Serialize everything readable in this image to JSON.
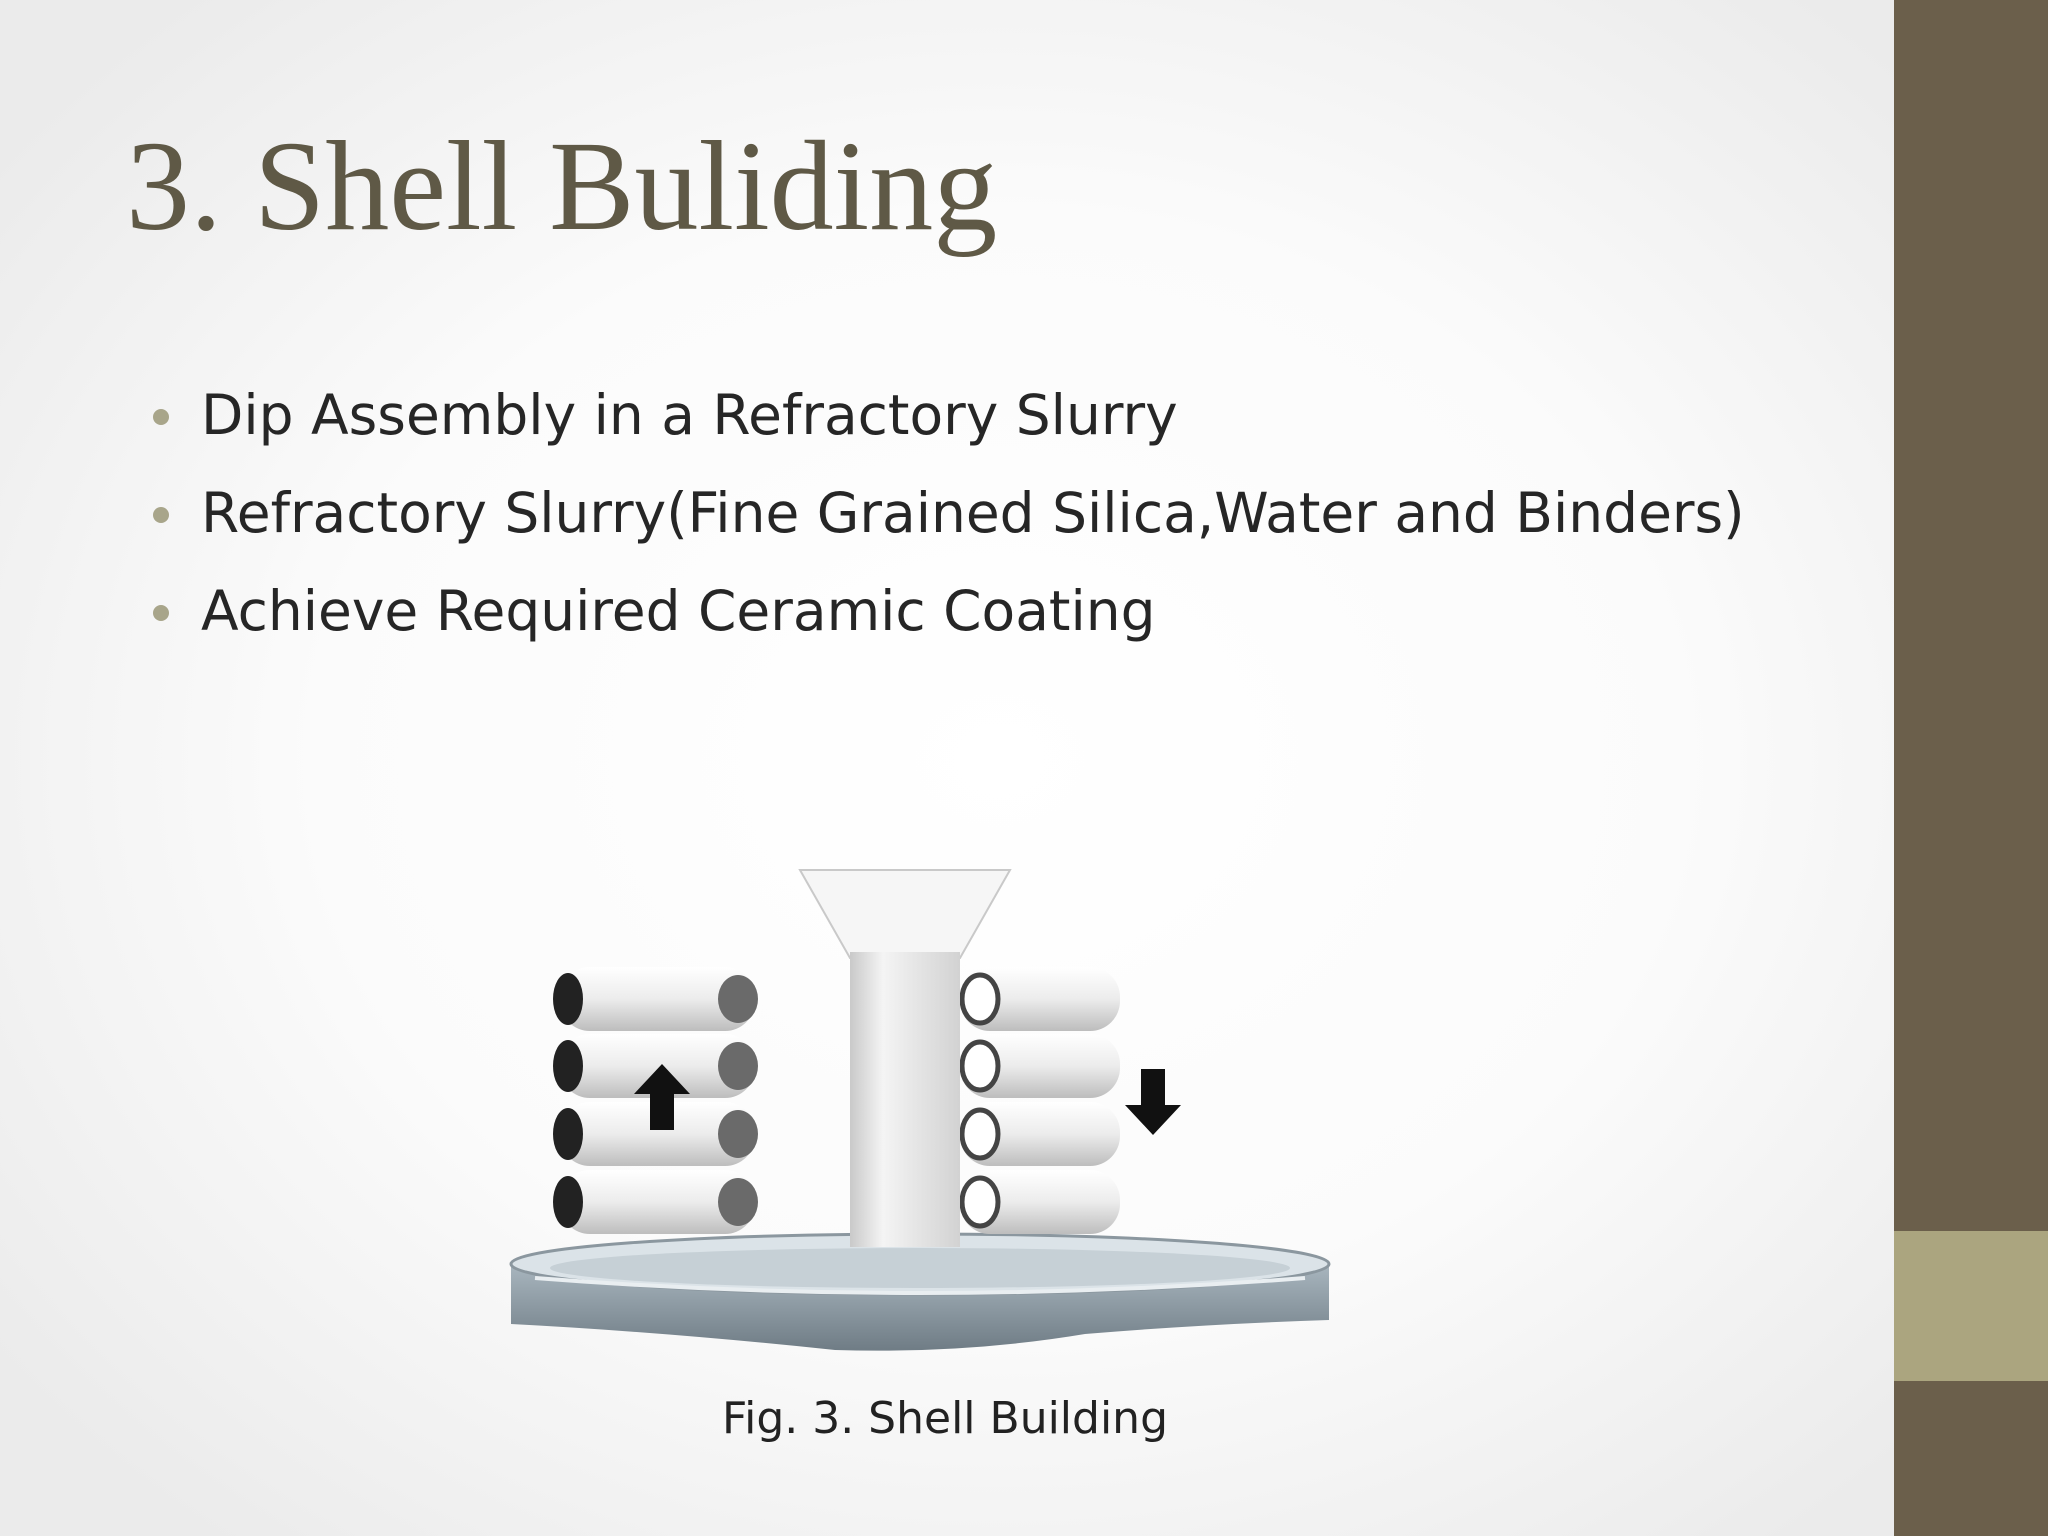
{
  "slide": {
    "title": "3. Shell Buliding",
    "bullets": [
      "Dip Assembly in a Refractory Slurry",
      "Refractory Slurry(Fine Grained Silica,Water and Binders)",
      "Achieve Required Ceramic Coating"
    ],
    "figure": {
      "caption": "Fig. 3. Shell Building",
      "icons": [
        "wax-tree-assembly-icon",
        "arrow-up-icon",
        "arrow-down-icon",
        "slurry-basin-icon"
      ]
    }
  },
  "theme": {
    "sidebar_color": "#6b5f4b",
    "sidebar_accent_color": "#aba57f",
    "title_color": "#5f5946",
    "bullet_color": "#a8a58a"
  }
}
